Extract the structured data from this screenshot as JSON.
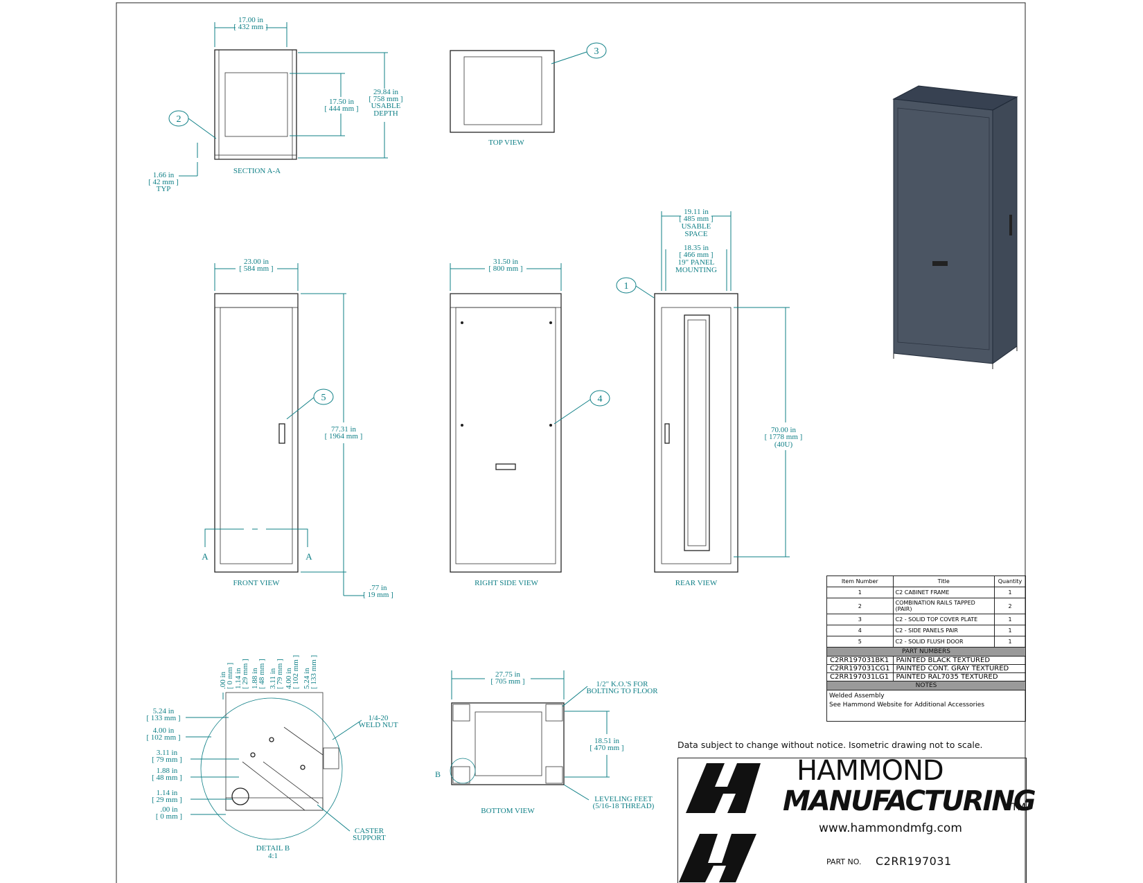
{
  "views": {
    "section_aa": "SECTION A-A",
    "top": "TOP VIEW",
    "front": "FRONT VIEW",
    "right_side": "RIGHT SIDE VIEW",
    "rear": "REAR VIEW",
    "bottom": "BOTTOM VIEW",
    "detail_b": "DETAIL B",
    "detail_b_scale": "4:1",
    "section_marker": "A",
    "detail_marker": "B"
  },
  "dimensions": {
    "section_width": [
      "17.00 in",
      "[ 432 mm ]"
    ],
    "section_depth": [
      "29.84 in",
      "[ 758 mm ]",
      "USABLE",
      "DEPTH"
    ],
    "section_inner": [
      "17.50 in",
      "[ 444 mm ]"
    ],
    "section_typ": [
      "1.66 in",
      "[ 42 mm ]",
      "TYP"
    ],
    "front_width": [
      "23.00 in",
      "[ 584 mm ]"
    ],
    "front_height": [
      "77.31 in",
      "[ 1964 mm ]"
    ],
    "front_base": [
      ".77 in",
      "[ 19 mm ]"
    ],
    "side_width": [
      "31.50 in",
      "[ 800 mm ]"
    ],
    "rear_usable": [
      "19.11 in",
      "[ 485 mm ]",
      "USABLE",
      "SPACE"
    ],
    "rear_panel": [
      "18.35 in",
      "[ 466 mm ]",
      "19\" PANEL",
      "MOUNTING"
    ],
    "rear_height": [
      "70.00 in",
      "[ 1778 mm ]",
      "(40U)"
    ],
    "bottom_width": [
      "27.75 in",
      "[ 705 mm ]"
    ],
    "bottom_depth": [
      "18.51 in",
      "[ 470 mm ]"
    ],
    "bottom_ko": [
      "1/2\" K.O.'S FOR",
      "BOLTING TO FLOOR"
    ],
    "bottom_feet": [
      "LEVELING FEET",
      "(5/16-18 THREAD)"
    ],
    "detail_top": [
      [
        ".00 in",
        "[ 0 mm ]"
      ],
      [
        "1.14 in",
        "[ 29 mm ]"
      ],
      [
        "1.88 in",
        "[ 48 mm ]"
      ],
      [
        "3.11 in",
        "[ 79 mm ]"
      ],
      [
        "4.00 in",
        "[ 102 mm ]"
      ],
      [
        "5.24 in",
        "[ 133 mm ]"
      ]
    ],
    "detail_left": [
      [
        "5.24 in",
        "[ 133 mm ]"
      ],
      [
        "4.00 in",
        "[ 102 mm ]"
      ],
      [
        "3.11 in",
        "[ 79 mm ]"
      ],
      [
        "1.88 in",
        "[ 48 mm ]"
      ],
      [
        "1.14 in",
        "[ 29 mm ]"
      ],
      [
        ".00 in",
        "[ 0 mm ]"
      ]
    ],
    "detail_weld": [
      "1/4-20",
      "WELD NUT"
    ],
    "detail_caster": [
      "CASTER",
      "SUPPORT"
    ]
  },
  "callouts": [
    "1",
    "2",
    "3",
    "4",
    "5"
  ],
  "bom": {
    "headers": [
      "Item Number",
      "Title",
      "Quantity"
    ],
    "rows": [
      {
        "item": "1",
        "title": "C2 CABINET FRAME",
        "qty": "1"
      },
      {
        "item": "2",
        "title": "COMBINATION RAILS TAPPED (PAIR)",
        "qty": "2"
      },
      {
        "item": "3",
        "title": "C2 - SOLID TOP COVER PLATE",
        "qty": "1"
      },
      {
        "item": "4",
        "title": "C2 - SIDE PANELS PAIR",
        "qty": "1"
      },
      {
        "item": "5",
        "title": "C2 - SOLID FLUSH DOOR",
        "qty": "1"
      }
    ],
    "part_numbers_header": "PART NUMBERS",
    "part_numbers": [
      {
        "pn": "C2RR197031BK1",
        "desc": "PAINTED BLACK TEXTURED"
      },
      {
        "pn": "C2RR197031CG1",
        "desc": "PAINTED CONT. GRAY TEXTURED"
      },
      {
        "pn": "C2RR197031LG1",
        "desc": "PAINTED RAL7035 TEXTURED"
      }
    ],
    "notes_header": "NOTES",
    "notes": [
      "Welded Assembly",
      "See Hammond Website for Additional Accessories"
    ]
  },
  "footnote": "Data subject to change without notice. Isometric drawing not to scale.",
  "title_block": {
    "brand_line1": "HAMMOND",
    "brand_line2": "MANUFACTURING",
    "tm": "TM",
    "url": "www.hammondmfg.com",
    "part_no_label": "PART NO.",
    "part_no": "C2RR197031"
  },
  "colors": {
    "dimension": "#0e7f86",
    "iso_body": "#4b5563",
    "iso_dark": "#374151"
  }
}
